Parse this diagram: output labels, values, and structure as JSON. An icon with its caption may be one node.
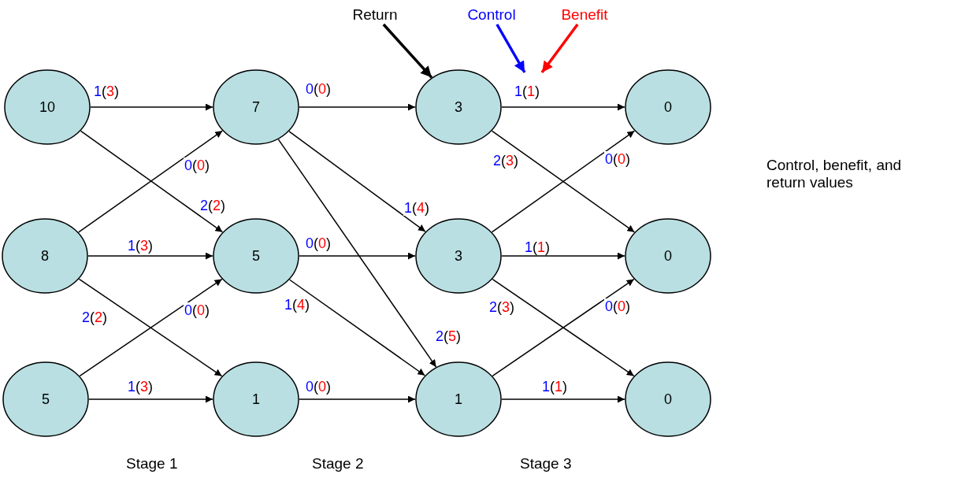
{
  "diagram": {
    "nodes": [
      {
        "text": [
          "10"
        ]
      },
      {
        "text": [
          "8"
        ]
      },
      {
        "text": [
          "5"
        ]
      },
      {
        "text": [
          "7"
        ]
      },
      {
        "text": [
          "5"
        ]
      },
      {
        "text": [
          "1"
        ]
      },
      {
        "text": [
          "3"
        ]
      },
      {
        "text": [
          "3"
        ]
      },
      {
        "text": [
          "1"
        ]
      },
      {
        "text": [
          "0"
        ]
      },
      {
        "text": [
          "0"
        ]
      },
      {
        "text": [
          "0"
        ]
      },
      {
        "text": [
          "Return"
        ]
      },
      {
        "text": [
          "Control"
        ]
      },
      {
        "text": [
          "Benefit"
        ]
      }
    ],
    "edges": [
      {
        "from": 0,
        "to": 3,
        "arrow": "to",
        "label": "1(3)"
      },
      {
        "from": 0,
        "to": 4,
        "arrow": "to",
        "label": "2(2)"
      },
      {
        "from": 1,
        "to": 3,
        "arrow": "to",
        "label": "0(0)"
      },
      {
        "from": 1,
        "to": 4,
        "arrow": "to",
        "label": "1(3)"
      },
      {
        "from": 1,
        "to": 5,
        "arrow": "to",
        "label": "2(2)"
      },
      {
        "from": 2,
        "to": 4,
        "arrow": "to",
        "label": "0(0)"
      },
      {
        "from": 2,
        "to": 5,
        "arrow": "to",
        "label": "1(3)"
      },
      {
        "from": 3,
        "to": 6,
        "arrow": "to",
        "label": "0(0)"
      },
      {
        "from": 3,
        "to": 7,
        "arrow": "to",
        "label": "1(4)"
      },
      {
        "from": 3,
        "to": 8,
        "arrow": "to",
        "label": "2(5)"
      },
      {
        "from": 4,
        "to": 7,
        "arrow": "to",
        "label": "0(0)"
      },
      {
        "from": 4,
        "to": 8,
        "arrow": "to",
        "label": "1(4)"
      },
      {
        "from": 5,
        "to": 8,
        "arrow": "to",
        "label": "0(0)"
      },
      {
        "from": 6,
        "to": 9,
        "arrow": "to",
        "label": "1(1)"
      },
      {
        "from": 6,
        "to": 10,
        "arrow": "to",
        "label": "2(3)"
      },
      {
        "from": 7,
        "to": 9,
        "arrow": "to",
        "label": "0(0)"
      },
      {
        "from": 7,
        "to": 10,
        "arrow": "to",
        "label": "1(1)"
      },
      {
        "from": 7,
        "to": 11,
        "arrow": "to",
        "label": "2(3)"
      },
      {
        "from": 8,
        "to": 10,
        "arrow": "to",
        "label": "0(0)"
      },
      {
        "from": 8,
        "to": 11,
        "arrow": "to",
        "label": "1(1)"
      },
      {
        "from": 12,
        "to": 6,
        "arrow": "to",
        "style": "thick",
        "color": "#000000"
      },
      {
        "from": 13,
        "to": null,
        "arrow": "to",
        "style": "thick",
        "color": "#0000ff"
      },
      {
        "from": 14,
        "to": null,
        "arrow": "to",
        "style": "thick",
        "color": "#ff0000"
      }
    ],
    "labels": [
      "Stage 1",
      "Stage 2",
      "Stage 3",
      "Control, benefit, and return values"
    ]
  }
}
